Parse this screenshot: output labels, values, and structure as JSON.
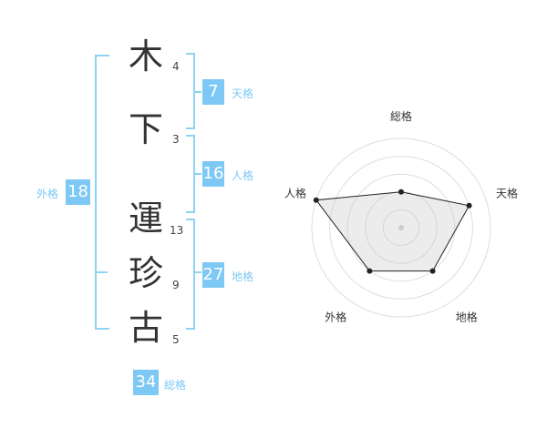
{
  "name_chars": [
    {
      "char": "木",
      "strokes": "4"
    },
    {
      "char": "下",
      "strokes": "3"
    },
    {
      "char": "運",
      "strokes": "13"
    },
    {
      "char": "珍",
      "strokes": "9"
    },
    {
      "char": "古",
      "strokes": "5"
    }
  ],
  "fortunes": {
    "tenkaku": {
      "value": "7",
      "label": "天格"
    },
    "jinkaku": {
      "value": "16",
      "label": "人格"
    },
    "chikaku": {
      "value": "27",
      "label": "地格"
    },
    "gaikaku": {
      "value": "18",
      "label": "外格"
    },
    "soukaku": {
      "value": "34",
      "label": "総格"
    }
  },
  "colors": {
    "accent": "#7ec8f5",
    "bracket": "#8fd2f3",
    "text": "#333333"
  },
  "chart_data": {
    "type": "radar",
    "axes": [
      "総格",
      "天格",
      "地格",
      "外格",
      "人格"
    ],
    "values": [
      2,
      4,
      3,
      3,
      5
    ],
    "max": 5,
    "rings": 5
  }
}
